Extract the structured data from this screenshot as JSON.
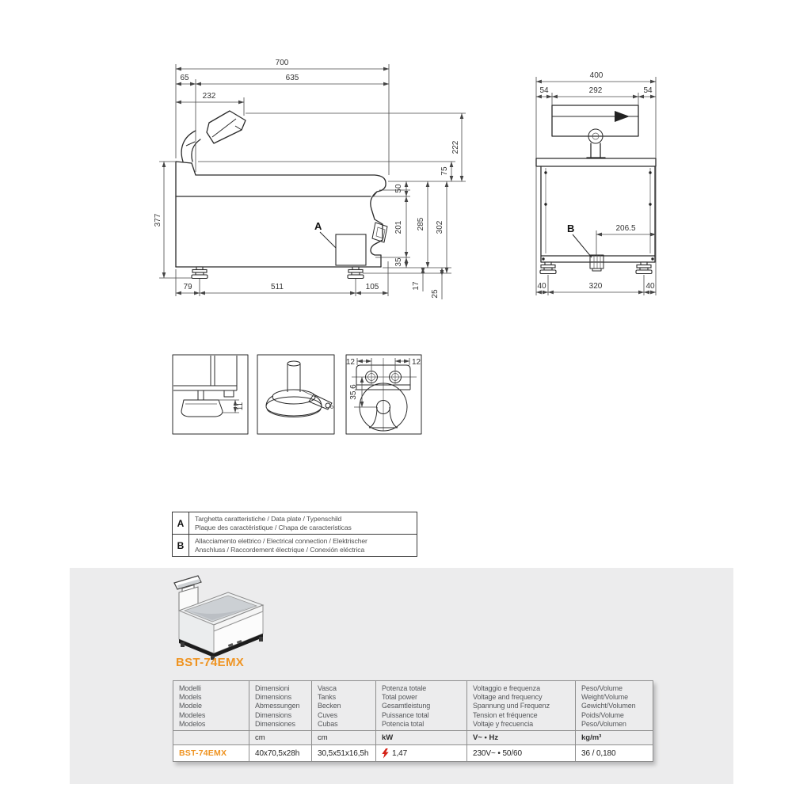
{
  "side_view": {
    "label_a": "A",
    "dims": {
      "total_width": "700",
      "seg_65": "65",
      "seg_635": "635",
      "arm_width": "232",
      "arm_height": "222",
      "h75": "75",
      "h50": "50",
      "h201": "201",
      "h285": "285",
      "h302": "302",
      "total_height": "377",
      "h35": "35",
      "foot_left": "79",
      "foot_span": "511",
      "foot_right": "105",
      "h17": "17",
      "h25": "25"
    }
  },
  "front_view": {
    "label_b": "B",
    "dims": {
      "total_width": "400",
      "seg_left_54": "54",
      "seg_292": "292",
      "seg_right_54": "54",
      "drain_offset": "206.5",
      "foot_left_40": "40",
      "foot_span_320": "320",
      "foot_right_40": "40"
    }
  },
  "details": {
    "foot_height": "11",
    "screw_left": "12",
    "screw_right": "12",
    "drain_height": "35,6"
  },
  "legend": {
    "rows": [
      {
        "key": "A",
        "line1": "Targhetta caratteristiche / Data plate / Typenschild",
        "line2": "Plaque des caractéristique / Chapa de caracteristicas"
      },
      {
        "key": "B",
        "line1": "Allacciamento elettrico / Electrical connection / Elektrischer",
        "line2": "Anschluss / Raccordement électrique / Conexión eléctrica"
      }
    ]
  },
  "product": {
    "model": "BST-74EMX",
    "accent_color": "#ef9422"
  },
  "spec_table": {
    "headers": [
      [
        "Modelli",
        "Models",
        "Modele",
        "Modeles",
        "Modelos"
      ],
      [
        "Dimensioni",
        "Dimensions",
        "Abmessungen",
        "Dimensions",
        "Dimensiones"
      ],
      [
        "Vasca",
        "Tanks",
        "Becken",
        "Cuves",
        "Cubas"
      ],
      [
        "Potenza totale",
        "Total power",
        "Gesamtleistung",
        "Puissance total",
        "Potencia total"
      ],
      [
        "Voltaggio e frequenza",
        "Voltage and frequency",
        "Spannung und Frequenz",
        "Tension et fréquence",
        "Voltaje y frecuencia"
      ],
      [
        "Peso/Volume",
        "Weight/Volume",
        "Gewicht/Volumen",
        "Poids/Volume",
        "Peso/Volumen"
      ]
    ],
    "units": [
      "",
      "cm",
      "cm",
      "kW",
      "V~ • Hz",
      "kg/m³"
    ],
    "row": {
      "model": "BST-74EMX",
      "dimensions": "40x70,5x28h",
      "tank": "30,5x51x16,5h",
      "power": "1,47",
      "voltage": "230V~ • 50/60",
      "weight_volume": "36 / 0,180"
    }
  }
}
